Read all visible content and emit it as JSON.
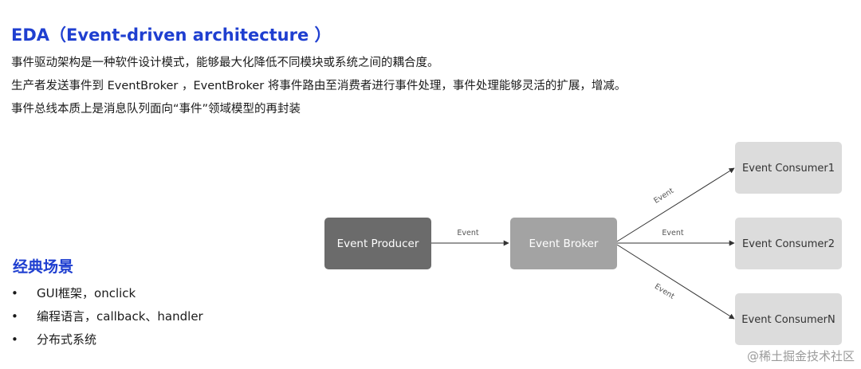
{
  "header": {
    "title": "EDA（Event-driven architecture ）",
    "lines": [
      "事件驱动架构是一种软件设计模式，能够最大化降低不同模块或系统之间的耦合度。",
      "生产者发送事件到 EventBroker ，EventBroker 将事件路由至消费者进行事件处理，事件处理能够灵活的扩展，增减。",
      "事件总线本质上是消息队列面向“事件”领域模型的再封装"
    ]
  },
  "scenarios": {
    "title": "经典场景",
    "bullet_symbol": "•",
    "items": [
      "GUI框架，onclick",
      "编程语言，callback、handler",
      "分布式系统"
    ]
  },
  "diagram": {
    "producer": "Event Producer",
    "broker": "Event Broker",
    "consumers": [
      "Event Consumer1",
      "Event Consumer2",
      "Event ConsumerN"
    ],
    "edge_label": "Event",
    "colors": {
      "producer": "#6b6b6b",
      "broker": "#a3a3a3",
      "consumer": "#dcdcdc",
      "producer_text": "#ffffff",
      "broker_text": "#ffffff",
      "consumer_text": "#333333",
      "edge": "#333333",
      "edge_label": "#555555"
    }
  },
  "watermark": "@稀土掘金技术社区"
}
